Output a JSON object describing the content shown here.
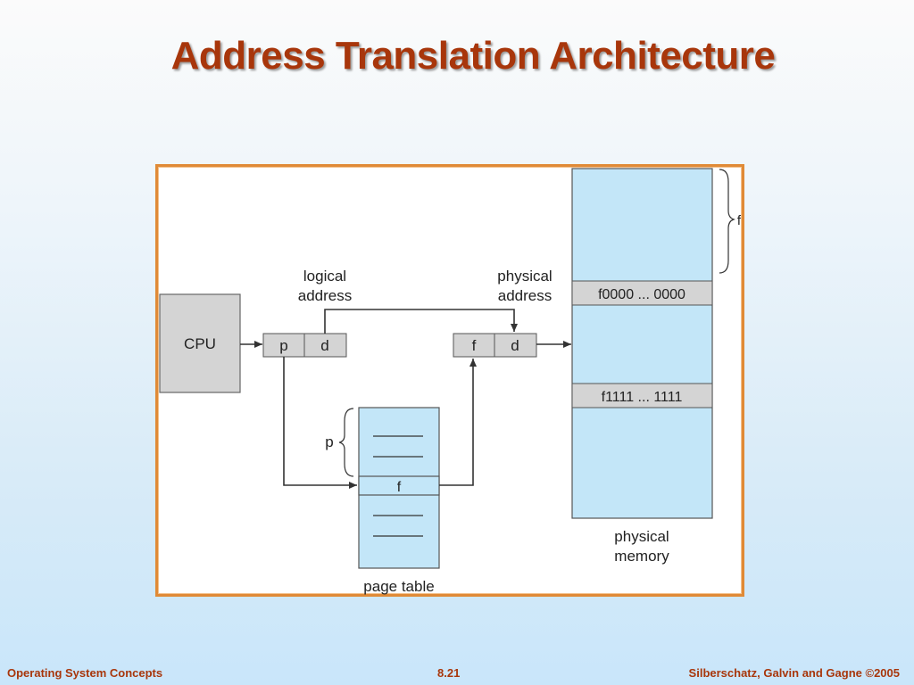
{
  "slide": {
    "title": "Address Translation Architecture"
  },
  "diagram": {
    "cpu_label": "CPU",
    "logical_address_label_line1": "logical",
    "logical_address_label_line2": "address",
    "physical_address_label_line1": "physical",
    "physical_address_label_line2": "address",
    "logical_fields": [
      "p",
      "d"
    ],
    "physical_fields": [
      "f",
      "d"
    ],
    "page_table_entry": "f",
    "page_table_brace_label": "p",
    "page_table_caption": "page table",
    "memory_brace_label": "f",
    "memory_frame_start": "f0000 ... 0000",
    "memory_frame_end": "f1111 ... 1111",
    "memory_caption_line1": "physical",
    "memory_caption_line2": "memory"
  },
  "footer": {
    "left": "Operating System Concepts",
    "center": "8.21",
    "right": "Silberschatz, Galvin and Gagne ©2005"
  },
  "colors": {
    "title": "#a8360b",
    "frame_border": "#e08a36",
    "light_blue": "#c3e6f8",
    "gray_box": "#d4d4d4",
    "line": "#333333"
  }
}
